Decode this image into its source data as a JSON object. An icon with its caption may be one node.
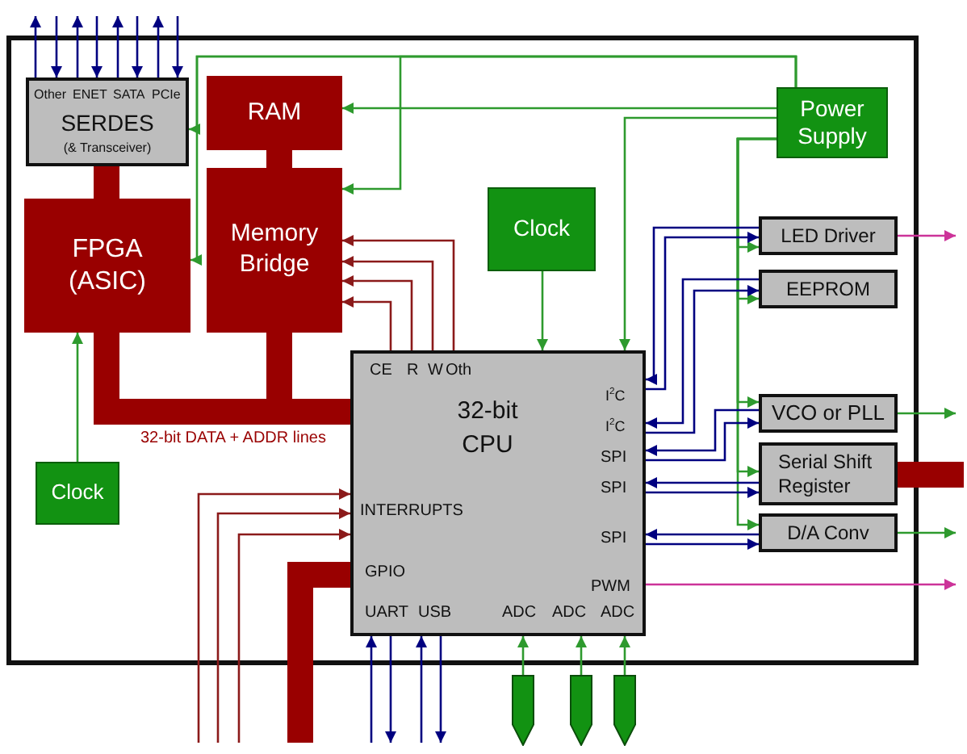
{
  "diagram": {
    "nodes": [
      {
        "text": [
          "Other",
          "ENET",
          "SATA",
          "PCIe",
          "SERDES",
          "(& Transceiver)"
        ]
      },
      {
        "text": [
          "RAM"
        ]
      },
      {
        "text": [
          "Memory Bridge"
        ]
      },
      {
        "text": [
          "FPGA (ASIC)"
        ]
      },
      {
        "text": [
          "Power Supply"
        ]
      },
      {
        "text": [
          "Clock"
        ]
      },
      {
        "text": [
          "LED Driver"
        ]
      },
      {
        "text": [
          "EEPROM"
        ]
      },
      {
        "text": [
          "CE",
          "R",
          "W",
          "Oth",
          "32-bit CPU",
          "I$^{2}$C",
          "I$^{2}$C",
          "SPI",
          "SPI",
          "SPI",
          "INTERRUPTS",
          "GPIO",
          "PWM",
          "UART",
          "USB",
          "ADC",
          "ADC",
          "ADC"
        ]
      },
      {
        "text": [
          "VCO or PLL"
        ]
      },
      {
        "text": [
          "Serial Shift Register"
        ]
      },
      {
        "text": [
          "D/A Conv"
        ]
      },
      {
        "text": [
          "Clock"
        ]
      },
      {
        "text": [],
        "shape": "pentagon"
      },
      {
        "text": [],
        "shape": "pentagon"
      },
      {
        "text": [],
        "shape": "pentagon"
      }
    ],
    "edges": [
      {
        "from": 0,
        "to": null,
        "arrow": "to"
      },
      {
        "from": null,
        "to": 0,
        "arrow": "to"
      },
      {
        "from": 0,
        "to": null,
        "arrow": "to"
      },
      {
        "from": null,
        "to": 0,
        "arrow": "to"
      },
      {
        "from": 0,
        "to": null,
        "arrow": "to"
      },
      {
        "from": null,
        "to": 0,
        "arrow": "to"
      },
      {
        "from": 0,
        "to": null,
        "arrow": "to"
      },
      {
        "from": null,
        "to": 0,
        "arrow": "to"
      },
      {
        "from": 4,
        "to": 0,
        "arrow": "to",
        "color": "#2e9a2e"
      },
      {
        "from": 4,
        "to": 3,
        "arrow": "to",
        "color": "#2e9a2e"
      },
      {
        "from": 4,
        "to": 2,
        "arrow": "to",
        "color": "#2e9a2e"
      },
      {
        "from": 4,
        "to": 1,
        "arrow": "to",
        "color": "#2e9a2e"
      },
      {
        "from": 4,
        "to": 8,
        "arrow": "to",
        "color": "#2e9a2e"
      },
      {
        "from": 4,
        "to": 6,
        "arrow": "to",
        "color": "#2e9a2e"
      },
      {
        "from": 4,
        "to": 7,
        "arrow": "to",
        "color": "#2e9a2e"
      },
      {
        "from": 4,
        "to": 9,
        "arrow": "to",
        "color": "#2e9a2e"
      },
      {
        "from": 4,
        "to": 10,
        "arrow": "to",
        "color": "#2e9a2e"
      },
      {
        "from": 4,
        "to": 11,
        "arrow": "to",
        "color": "#2e9a2e"
      },
      {
        "from": 5,
        "to": 8,
        "arrow": "to",
        "color": "#2e9a2e"
      },
      {
        "from": 12,
        "to": 3,
        "arrow": "to",
        "color": "#2e9a2e"
      },
      {
        "from": 8,
        "to": 2,
        "arrow": "to",
        "color": "#8b1a1a"
      },
      {
        "from": 8,
        "to": 2,
        "arrow": "to",
        "color": "#8b1a1a"
      },
      {
        "from": 8,
        "to": 2,
        "arrow": "to",
        "color": "#8b1a1a"
      },
      {
        "from": 8,
        "to": 2,
        "arrow": "to",
        "color": "#8b1a1a"
      },
      {
        "from": 0,
        "to": 3,
        "arrow": "none",
        "style": "thick",
        "color": "#990000"
      },
      {
        "from": 1,
        "to": 2,
        "arrow": "none",
        "style": "thick",
        "color": "#990000"
      },
      {
        "from": 3,
        "to": 8,
        "arrow": "none",
        "style": "thick",
        "color": "#990000",
        "label": "32-bit DATA + ADDR lines"
      },
      {
        "from": 2,
        "to": 8,
        "arrow": "none",
        "style": "thick",
        "color": "#990000"
      },
      {
        "from": 6,
        "to": 8,
        "arrow": "to"
      },
      {
        "from": 8,
        "to": 6,
        "arrow": "to"
      },
      {
        "from": 7,
        "to": 8,
        "arrow": "to"
      },
      {
        "from": 8,
        "to": 7,
        "arrow": "to"
      },
      {
        "from": 9,
        "to": 8,
        "arrow": "to"
      },
      {
        "from": 8,
        "to": 9,
        "arrow": "to"
      },
      {
        "from": 10,
        "to": 8,
        "arrow": "to"
      },
      {
        "from": 8,
        "to": 10,
        "arrow": "to"
      },
      {
        "from": 11,
        "to": 8,
        "arrow": "to"
      },
      {
        "from": 8,
        "to": 11,
        "arrow": "to"
      },
      {
        "from": 6,
        "to": null,
        "arrow": "to",
        "color": "#cc3399"
      },
      {
        "from": 9,
        "to": null,
        "arrow": "to",
        "color": "#2e9a2e"
      },
      {
        "from": 10,
        "to": null,
        "arrow": "none",
        "style": "thick",
        "color": "#990000"
      },
      {
        "from": 11,
        "to": null,
        "arrow": "to",
        "color": "#2e9a2e"
      },
      {
        "from": 8,
        "to": null,
        "arrow": "to",
        "color": "#cc3399"
      },
      {
        "from": null,
        "to": 8,
        "arrow": "to",
        "color": "#8b1a1a"
      },
      {
        "from": null,
        "to": 8,
        "arrow": "to",
        "color": "#8b1a1a"
      },
      {
        "from": null,
        "to": 8,
        "arrow": "to",
        "color": "#8b1a1a"
      },
      {
        "from": 8,
        "to": null,
        "arrow": "none",
        "style": "thick",
        "color": "#990000"
      },
      {
        "from": null,
        "to": 8,
        "arrow": "to"
      },
      {
        "from": 8,
        "to": null,
        "arrow": "to"
      },
      {
        "from": null,
        "to": 8,
        "arrow": "to"
      },
      {
        "from": 8,
        "to": null,
        "arrow": "to"
      },
      {
        "from": 13,
        "to": 8,
        "arrow": "to",
        "color": "#2e9a2e"
      },
      {
        "from": 14,
        "to": 8,
        "arrow": "to",
        "color": "#2e9a2e"
      },
      {
        "from": 15,
        "to": 8,
        "arrow": "to",
        "color": "#2e9a2e"
      }
    ]
  }
}
